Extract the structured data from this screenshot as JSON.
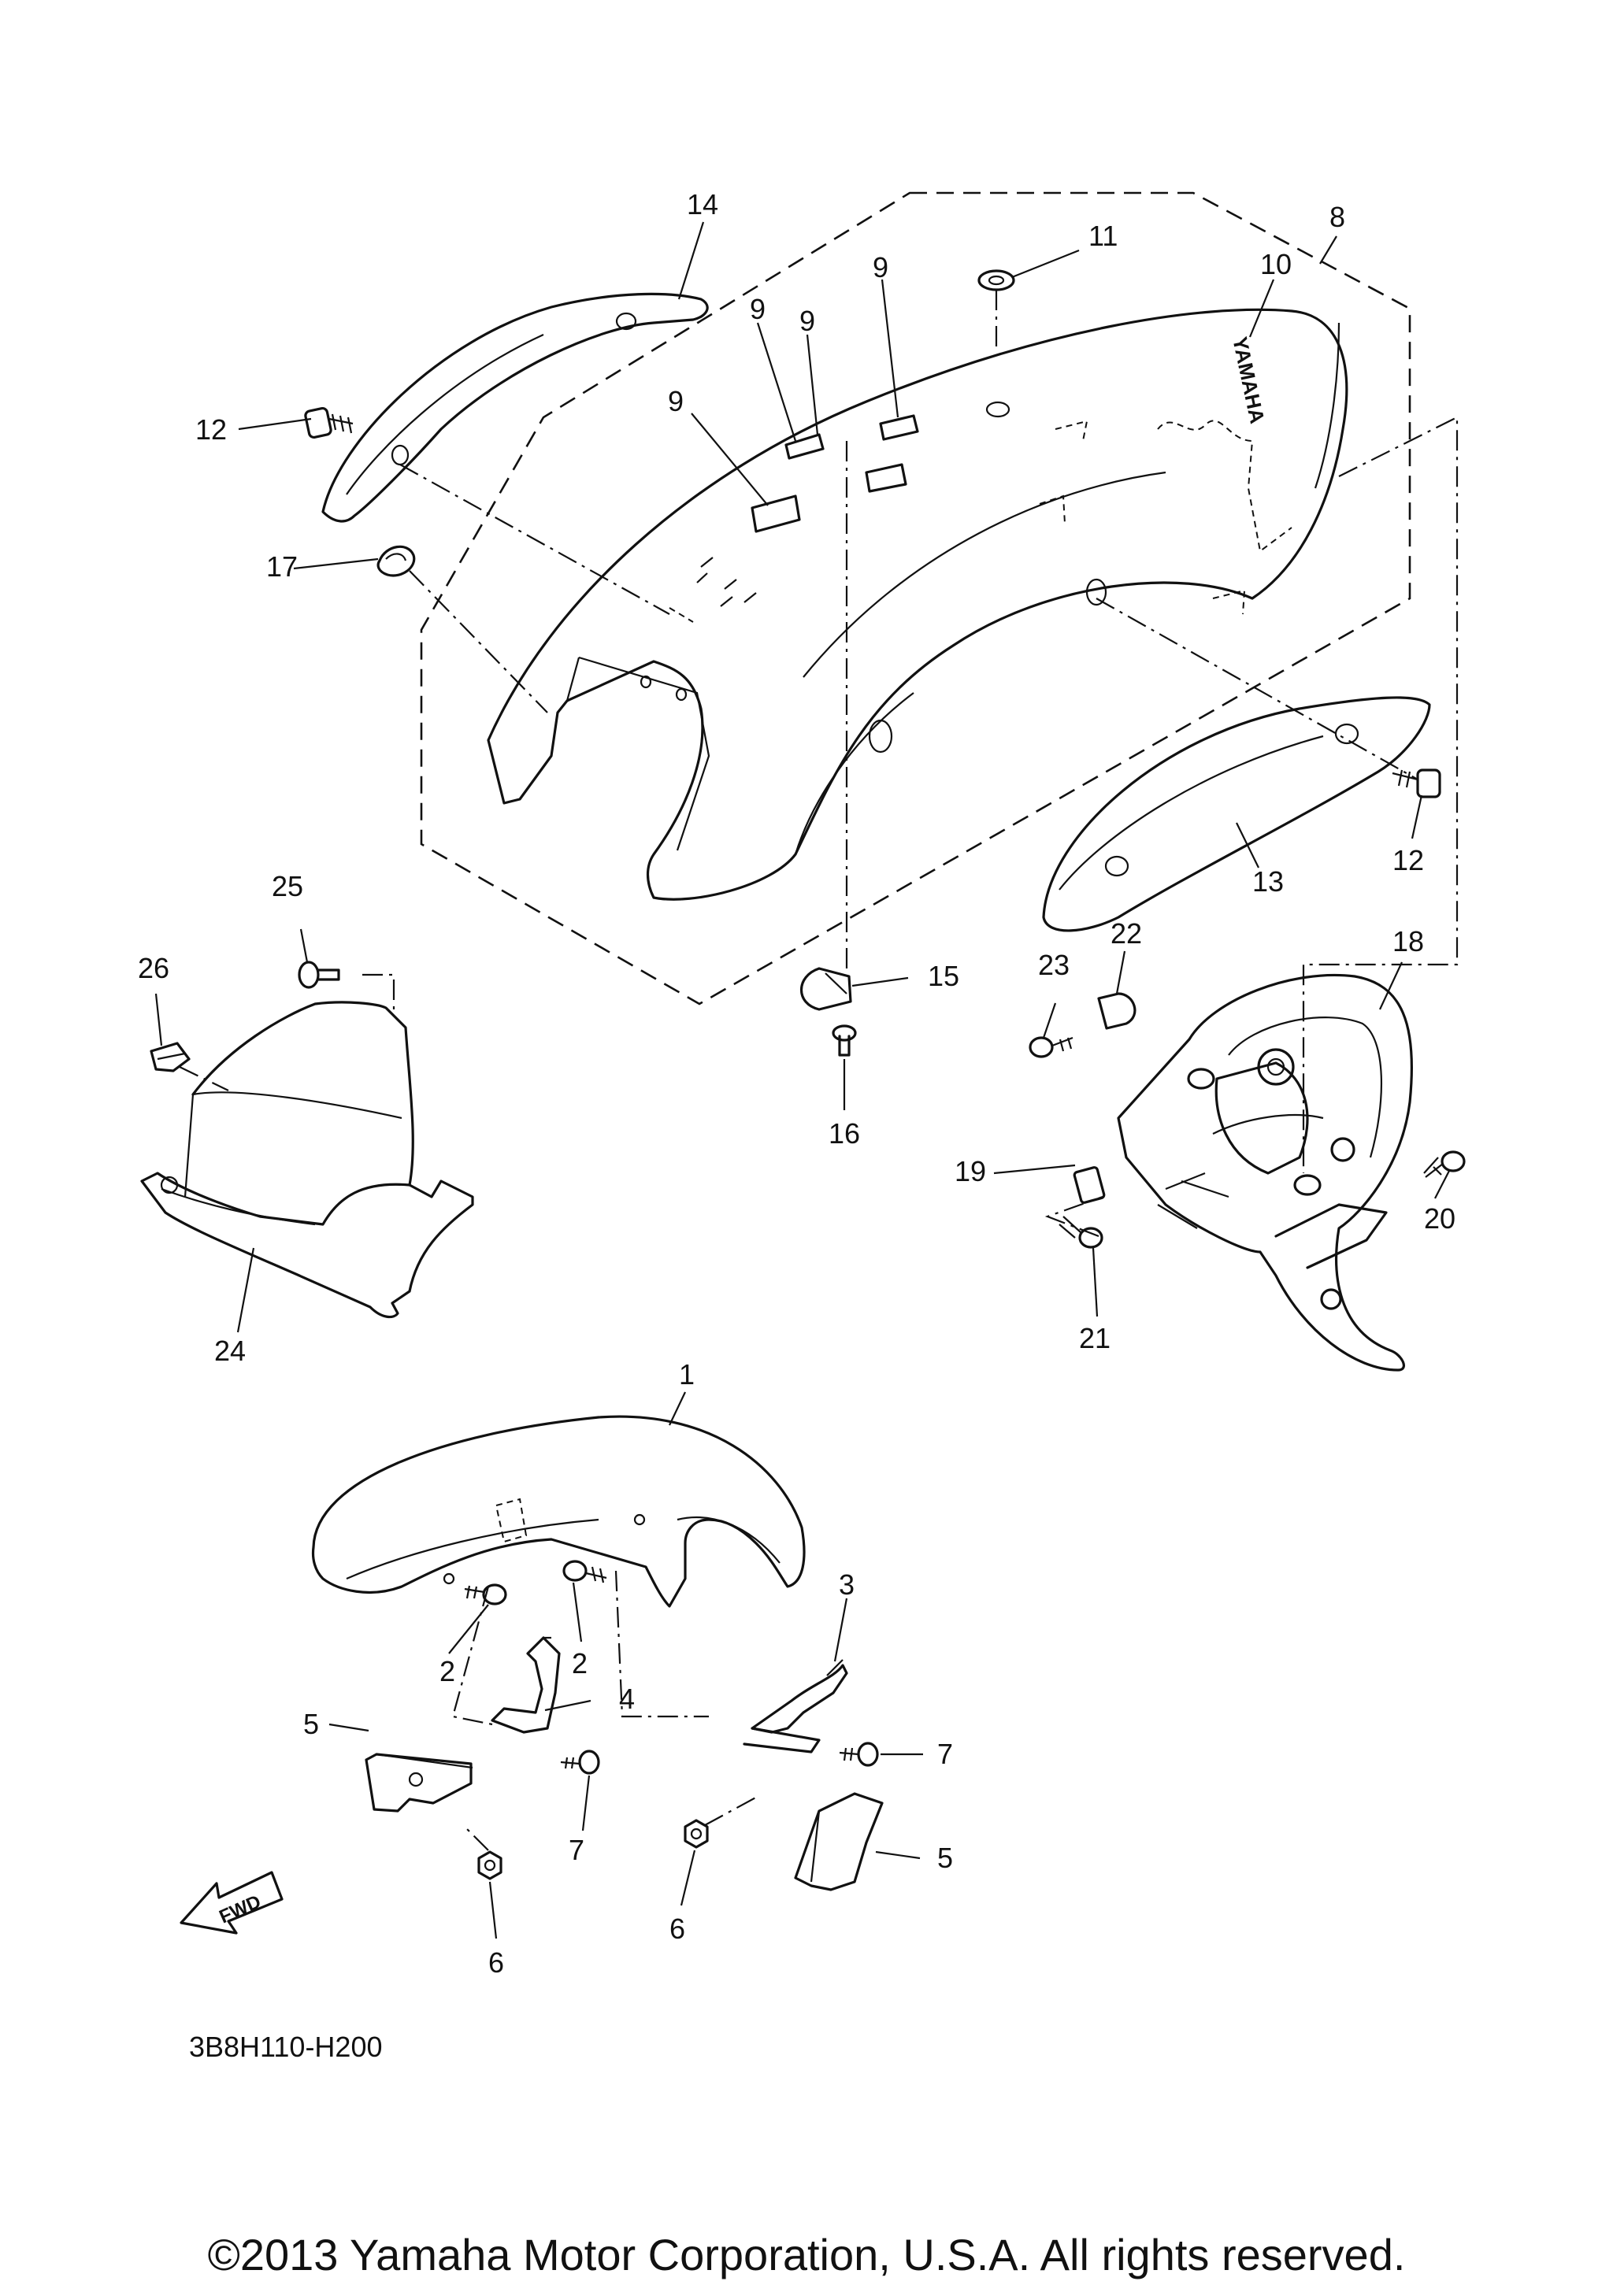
{
  "callouts": {
    "c1": "1",
    "c2a": "2",
    "c2b": "2",
    "c3": "3",
    "c4": "4",
    "c5a": "5",
    "c5b": "5",
    "c6a": "6",
    "c6b": "6",
    "c7a": "7",
    "c7b": "7",
    "c8": "8",
    "c9a": "9",
    "c9b": "9",
    "c9c": "9",
    "c9d": "9",
    "c10": "10",
    "c11": "11",
    "c12a": "12",
    "c12b": "12",
    "c13": "13",
    "c14": "14",
    "c15": "15",
    "c16": "16",
    "c17": "17",
    "c18": "18",
    "c19": "19",
    "c20": "20",
    "c21": "21",
    "c22": "22",
    "c23": "23",
    "c24": "24",
    "c25": "25",
    "c26": "26"
  },
  "fender_brand_text": "YAMAHA",
  "fwd_arrow_text": "FWD",
  "diagram_code": "3B8H110-H200",
  "copyright": "©2013 Yamaha Motor Corporation, U.S.A. All rights reserved."
}
